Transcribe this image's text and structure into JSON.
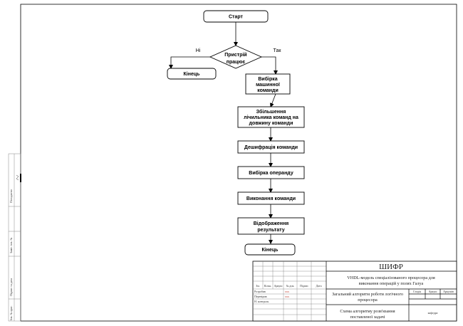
{
  "flowchart": {
    "start": "Старт",
    "decision": [
      "Пристрій",
      "працює"
    ],
    "decision_no": "Ні",
    "decision_yes": "Так",
    "end_left": "Кінець",
    "step1": [
      "Вибірка",
      "машинної",
      "команди"
    ],
    "step2": [
      "Збільшення",
      "лічильника команд на",
      "довжину команди"
    ],
    "step3": "Дешифрація команди",
    "step4": "Вибірка операнду",
    "step5": "Виконання команди",
    "step6": [
      "Відображення",
      "результату"
    ],
    "end": "Кінець"
  },
  "title_block": {
    "code": "ШИФР",
    "title": [
      "VHDL-модель спеціалізованого процесора для",
      "виконання операцій у полях Галуа"
    ],
    "doc_title": [
      "Загальний алгоритм роботи логічного",
      "процесора"
    ],
    "columns": [
      "Стадія",
      "Аркуш",
      "Аркушів"
    ],
    "sheet_title": [
      "Схема алгоритму розв'язання",
      "поставленої задачі"
    ],
    "department": "кафедра",
    "headers": [
      "Зм.",
      "Кільк.",
      "Аркуш",
      "№ док.",
      "Підпис",
      "Дата"
    ],
    "roles": [
      "Розробив",
      "Перевірив",
      "Н. контроль"
    ],
    "signatures": [
      "ххх",
      "ххх"
    ]
  },
  "side_stamp": {
    "labels": [
      "Погоджено",
      "Інв. № ориг.",
      "Підпис та дата",
      "Заміс. інв. №"
    ]
  }
}
